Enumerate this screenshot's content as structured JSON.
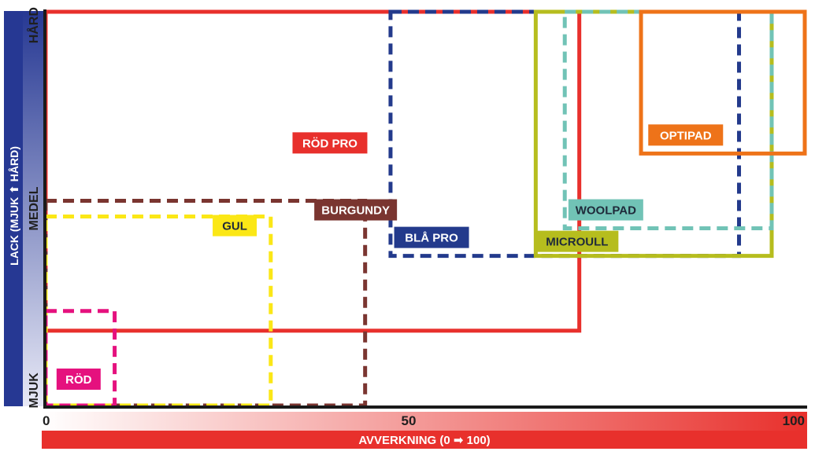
{
  "chart_data": {
    "type": "range-box",
    "xlabel": "AVVERKNING (0 ➡ 100)",
    "ylabel": "LACK (MJUK ⬆ HÅRD)",
    "xticks": [
      {
        "value": 0,
        "label": "0"
      },
      {
        "value": 50,
        "label": "50"
      },
      {
        "value": 100,
        "label": "100"
      }
    ],
    "yticks": [
      {
        "value": 0,
        "label": "MJUK"
      },
      {
        "value": 50,
        "label": "MEDEL"
      },
      {
        "value": 100,
        "label": "HÅRD"
      }
    ],
    "xlim": [
      0,
      100
    ],
    "ylim": [
      0,
      100
    ],
    "series": [
      {
        "name": "RÖD PRO",
        "color": "#e8302c",
        "dash": false,
        "x": [
          0,
          73.5
        ],
        "y": [
          19,
          100
        ],
        "label_at": [
          34,
          64
        ]
      },
      {
        "name": "BURGUNDY",
        "color": "#7a3530",
        "dash": true,
        "x": [
          0,
          44
        ],
        "y": [
          0,
          52
        ],
        "label_at": [
          37,
          47
        ]
      },
      {
        "name": "GUL",
        "color": "#fbe716",
        "dash": true,
        "x": [
          0,
          31
        ],
        "y": [
          0,
          48
        ],
        "label_at": [
          23,
          43
        ]
      },
      {
        "name": "RÖD",
        "color": "#e5117e",
        "dash": true,
        "x": [
          0,
          9.5
        ],
        "y": [
          0,
          24
        ],
        "label_at": [
          1.5,
          4
        ]
      },
      {
        "name": "BLÅ PRO",
        "color": "#233a8c",
        "dash": true,
        "x": [
          47.5,
          95.5
        ],
        "y": [
          38,
          100
        ],
        "label_at": [
          48,
          40
        ]
      },
      {
        "name": "MICROULL",
        "color": "#b6bd1e",
        "dash": false,
        "x": [
          67.5,
          100
        ],
        "y": [
          38,
          100
        ],
        "label_at": [
          67.5,
          39
        ]
      },
      {
        "name": "WOOLPAD",
        "color": "#71c3b6",
        "dash": true,
        "x": [
          71.5,
          100
        ],
        "y": [
          45,
          100
        ],
        "label_at": [
          72,
          47
        ]
      },
      {
        "name": "OPTIPAD",
        "color": "#ee7319",
        "dash": false,
        "x": [
          82,
          105
        ],
        "y": [
          64,
          100
        ],
        "label_at": [
          83,
          66
        ]
      }
    ]
  }
}
